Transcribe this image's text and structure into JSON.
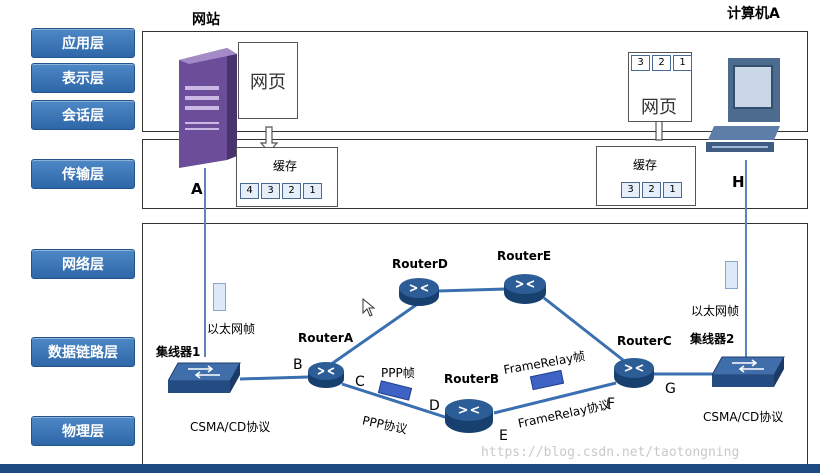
{
  "layers": [
    "应用层",
    "表示层",
    "会话层",
    "传输层",
    "网络层",
    "数据链路层",
    "物理层"
  ],
  "website": {
    "title": "网站",
    "point": "A",
    "page": "网页",
    "buffer_label": "缓存",
    "segments": [
      "4",
      "3",
      "2",
      "1"
    ]
  },
  "computer": {
    "title": "计算机A",
    "point": "H",
    "page": "网页",
    "page_segments": [
      "3",
      "2",
      "1"
    ],
    "buffer_label": "缓存",
    "buffer_segments": [
      "3",
      "2",
      "1"
    ]
  },
  "hub1": {
    "name": "集线器1",
    "protocol": "CSMA/CD协议",
    "frame_label": "以太网帧"
  },
  "hub2": {
    "name": "集线器2",
    "protocol": "CSMA/CD协议",
    "frame_label": "以太网帧"
  },
  "routers": {
    "a": "RouterA",
    "b": "RouterB",
    "c": "RouterC",
    "d": "RouterD",
    "e": "RouterE"
  },
  "points": {
    "b": "B",
    "c": "C",
    "d": "D",
    "e": "E",
    "f": "F",
    "g": "G"
  },
  "links": {
    "ppp_frame": "PPP帧",
    "ppp_protocol": "PPP协议",
    "fr_frame": "FrameRelay帧",
    "fr_protocol": "FrameRelay协议"
  },
  "watermark": "https://blog.csdn.net/taotongning",
  "colors": {
    "layer_button": "#3a74b8",
    "link_line": "#3a6fb0",
    "page_link": "#6b8fc6",
    "router": "#1f4e86",
    "frame_blue": "#3f63c4"
  }
}
